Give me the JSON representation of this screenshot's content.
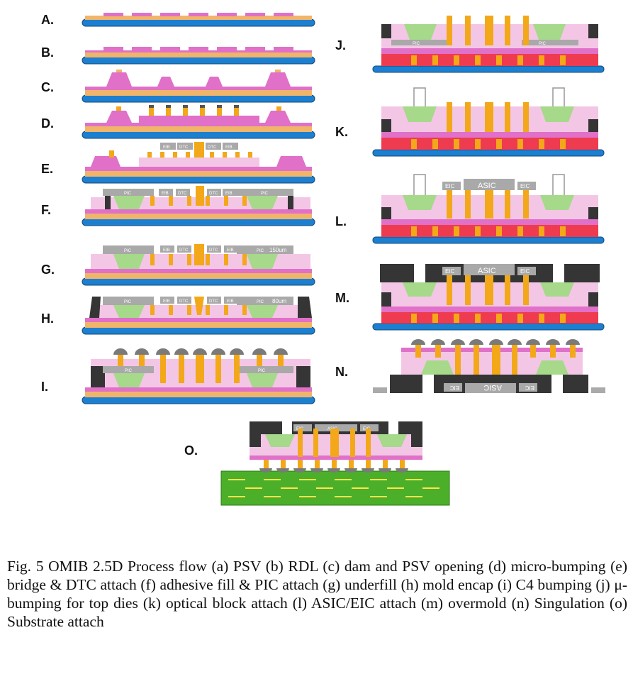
{
  "steps": [
    {
      "label": "A."
    },
    {
      "label": "B."
    },
    {
      "label": "C."
    },
    {
      "label": "D."
    },
    {
      "label": "E."
    },
    {
      "label": "F."
    },
    {
      "label": "G."
    },
    {
      "label": "H."
    },
    {
      "label": "I."
    },
    {
      "label": "J."
    },
    {
      "label": "K."
    },
    {
      "label": "L."
    },
    {
      "label": "M."
    },
    {
      "label": "N."
    },
    {
      "label": "O."
    }
  ],
  "chip_labels": {
    "pic": "PIC",
    "eib": "EIB",
    "dtc": "DTC",
    "asic": "ASIC",
    "eic": "EIC",
    "dim_g": "150um",
    "dim_h": "80um"
  },
  "caption": "Fig. 5 OMIB 2.5D Process flow (a) PSV (b) RDL (c) dam and PSV opening (d) micro-bumping (e) bridge & DTC attach (f) adhesive fill & PIC attach (g) underfill (h) mold encap (i) C4 bumping (j) μ-bumping for top dies (k) optical block attach (l) ASIC/EIC attach (m) overmold (n) Singulation (o) Substrate attach",
  "colors": {
    "carrier": "#1d7fd0",
    "orange_layer": "#f0b46a",
    "pink_layer": "#e070c8",
    "light_pink": "#f4c6e6",
    "gold_bump": "#f2a818",
    "gray_die": "#a9a9a9",
    "green_fill": "#a6d98a",
    "mold_black": "#353535",
    "red_layer": "#ee3b4f",
    "substrate_green": "#4caf2a",
    "substrate_line": "#ffe44d"
  }
}
